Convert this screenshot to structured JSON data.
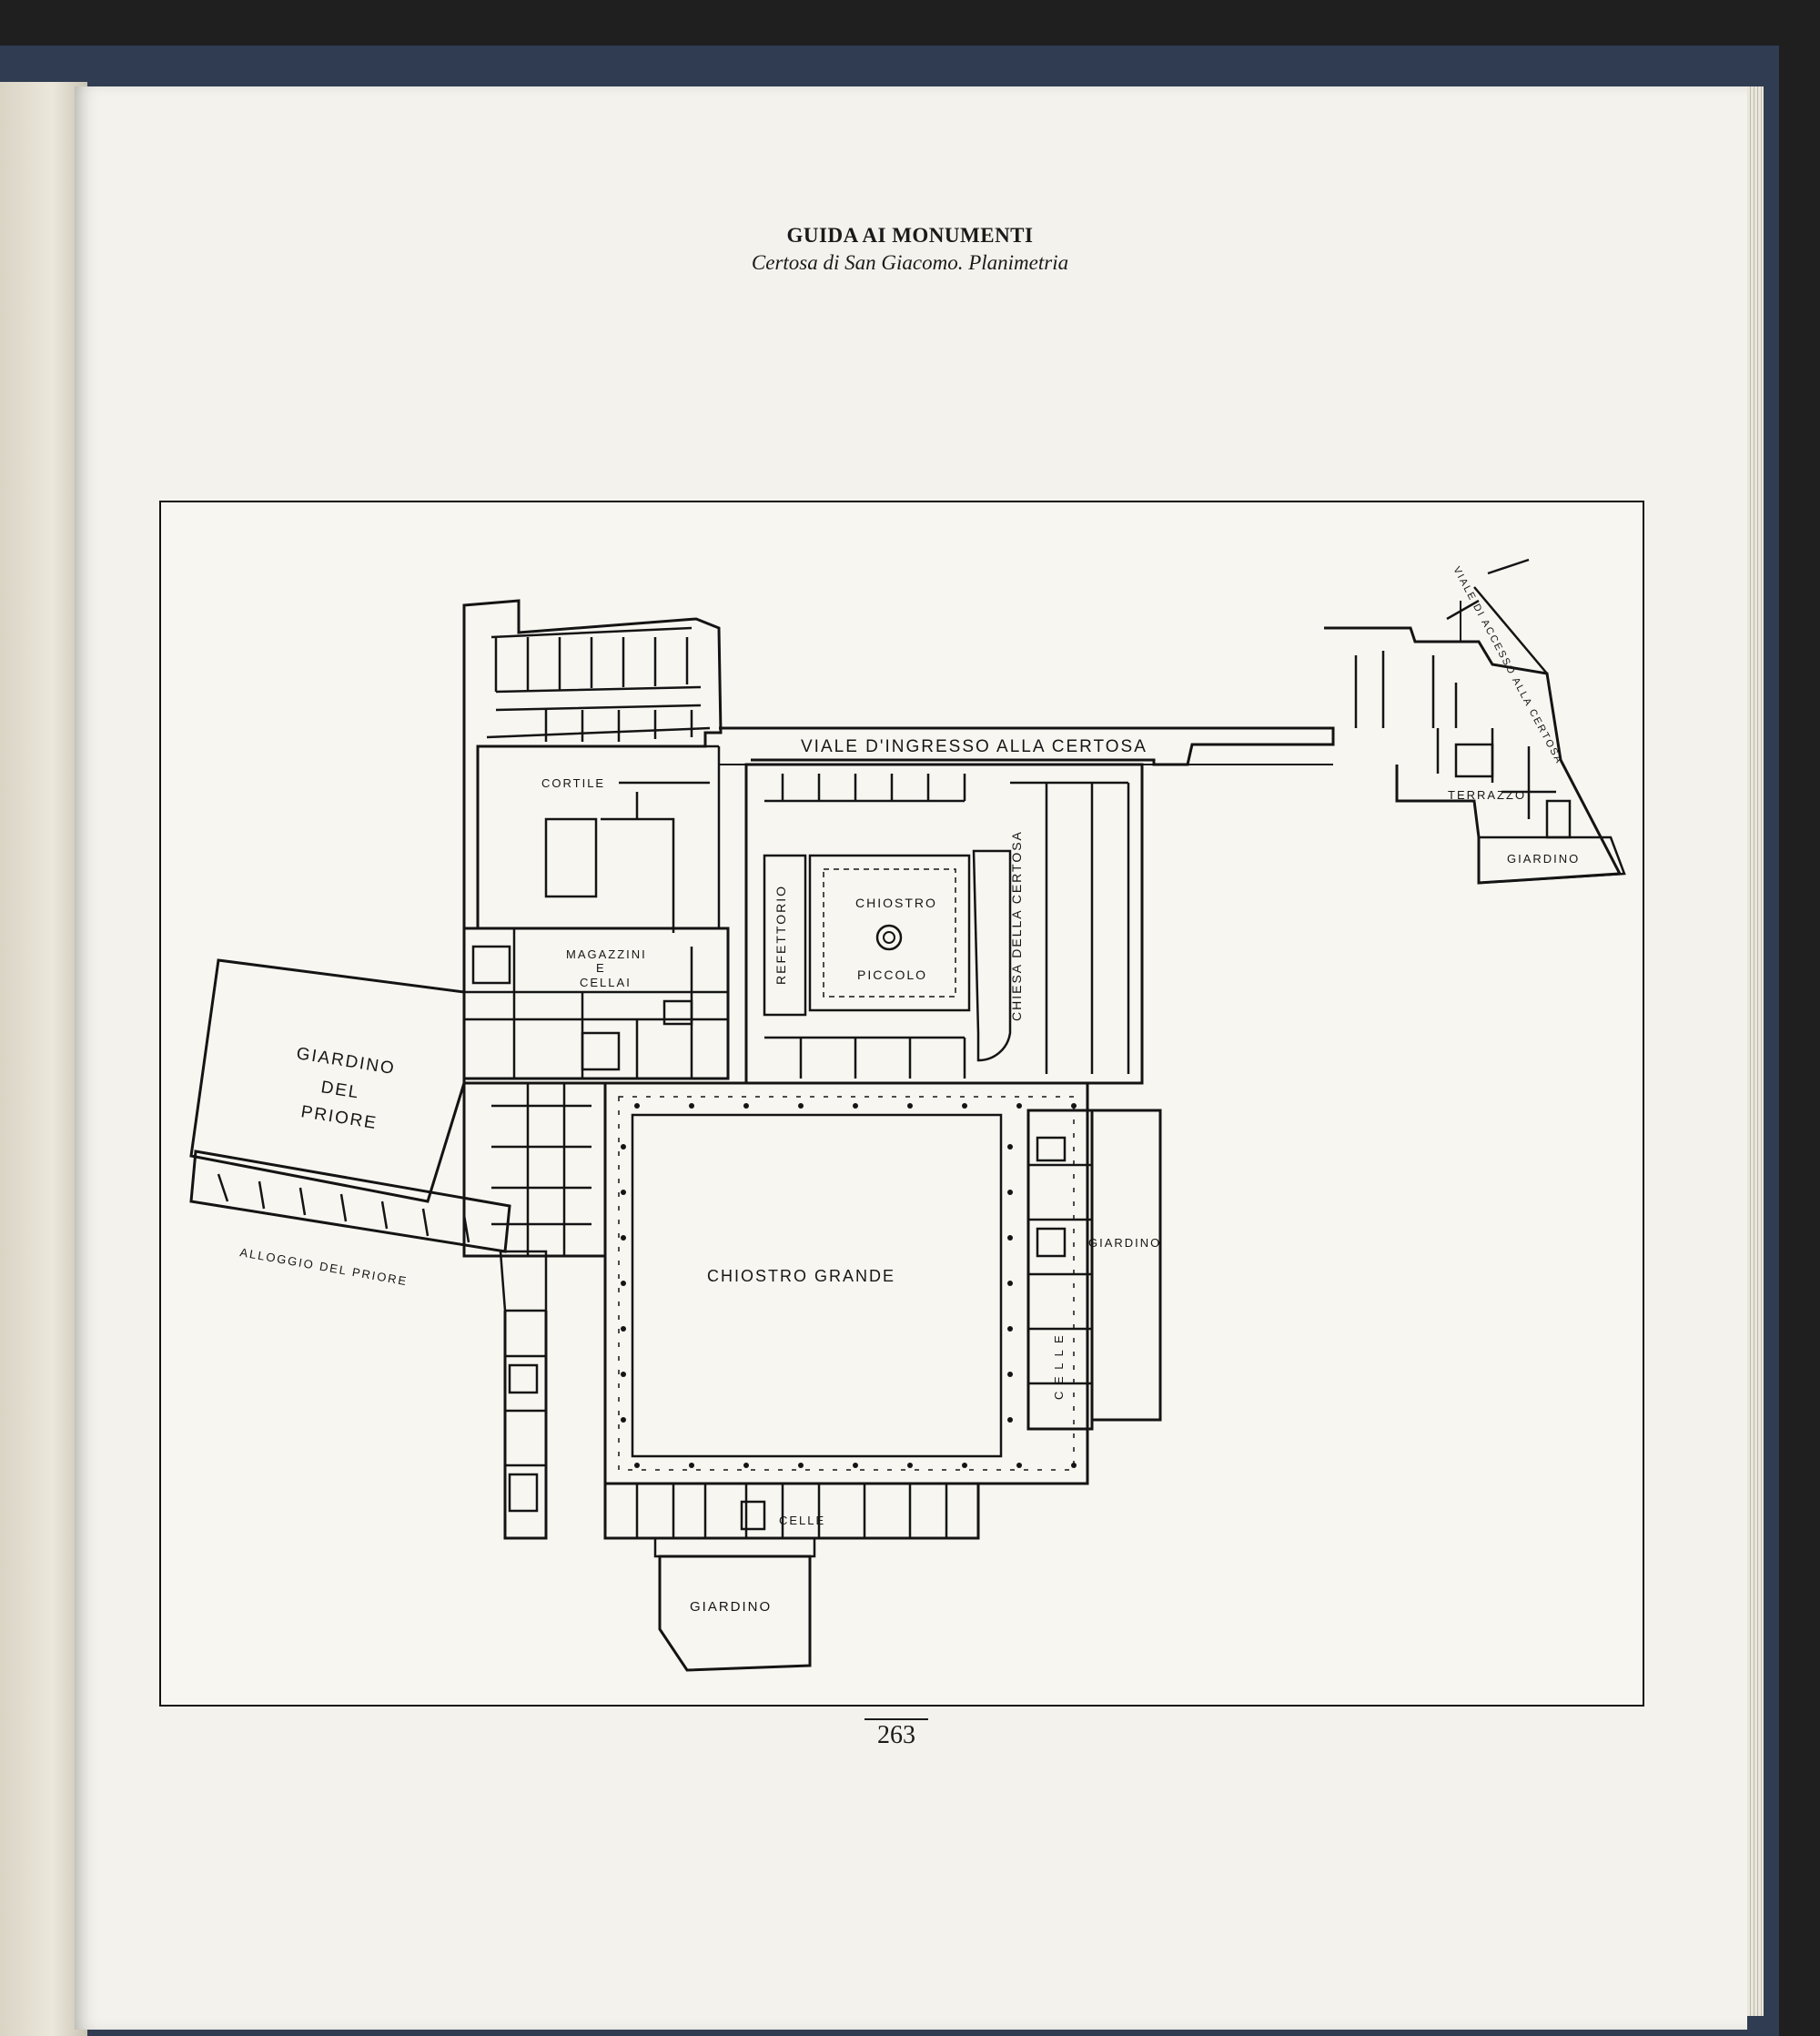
{
  "header": {
    "title": "GUIDA AI MONUMENTI",
    "subtitle": "Certosa di San Giacomo. Planimetria"
  },
  "plan": {
    "labels": {
      "viale_ingresso": "VIALE D'INGRESSO ALLA CERTOSA",
      "viale_accesso": "VIALE DI ACCESSO ALLA CERTOSA",
      "cortile": "CORTILE",
      "terrazzo": "TERRAZZO",
      "giardino_ne": "GIARDINO",
      "magazzini_1": "MAGAZZINI",
      "magazzini_2": "E",
      "magazzini_3": "CELLAI",
      "refettorio": "REFETTORIO",
      "chiostro_piccolo_1": "CHIOSTRO",
      "chiostro_piccolo_2": "PICCOLO",
      "chiesa": "CHIESA DELLA CERTOSA",
      "giardino_priore_1": "GIARDINO",
      "giardino_priore_2": "DEL",
      "giardino_priore_3": "PRIORE",
      "alloggio_priore": "ALLOGGIO DEL PRIORE",
      "chiostro_grande": "CHIOSTRO GRANDE",
      "giardino_east": "GIARDINO",
      "celle_east": "C E L L E",
      "celle_south": "CELLE",
      "giardino_south": "GIARDINO"
    }
  },
  "page": {
    "number": "263"
  }
}
